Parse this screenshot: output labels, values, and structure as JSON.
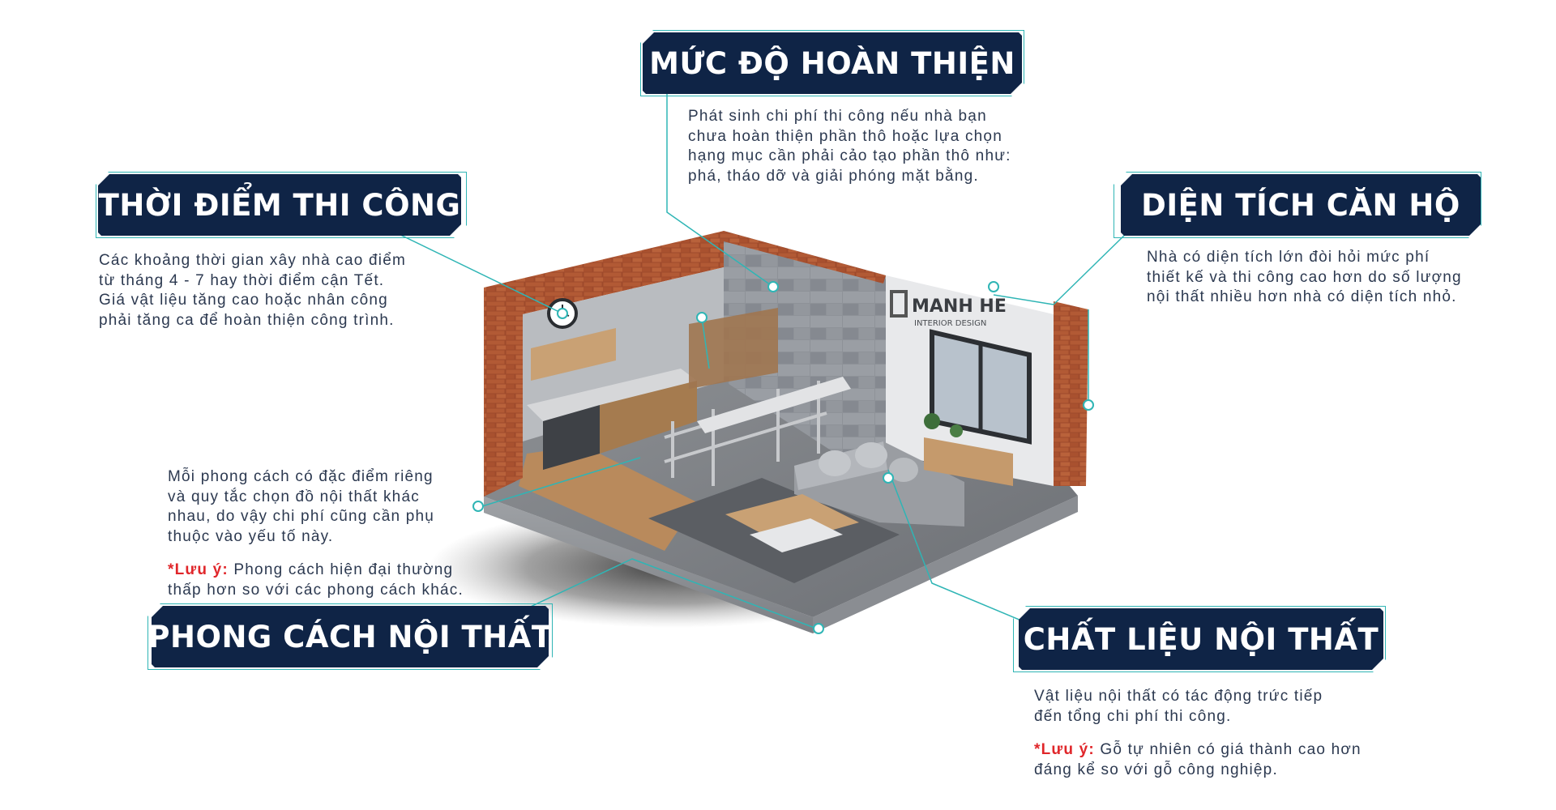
{
  "sections": {
    "muc_do": {
      "title": "MỨC ĐỘ HOÀN THIỆN",
      "lines": [
        "Phát sinh chi phí thi công nếu nhà bạn",
        "chưa hoàn thiện phần thô hoặc lựa chọn",
        "hạng mục cần phải cảo tạo phần thô như:",
        "phá, tháo dỡ và giải phóng mặt bằng."
      ]
    },
    "thoi_diem": {
      "title": "THỜI ĐIỂM THI CÔNG",
      "lines": [
        "Các khoảng thời gian xây nhà cao điểm",
        "từ tháng 4 - 7 hay thời điểm cận Tết.",
        "Giá vật liệu tăng cao hoặc nhân công",
        "phải tăng ca để hoàn thiện công trình."
      ]
    },
    "dien_tich": {
      "title": "DIỆN TÍCH CĂN HỘ",
      "lines": [
        "Nhà có diện tích lớn đòi hỏi mức phí",
        "thiết kế và thi công cao hơn do số lượng",
        "nội thất nhiều hơn nhà có diện tích nhỏ."
      ]
    },
    "phong_cach": {
      "title": "PHONG CÁCH NỘI THẤT",
      "lines": [
        "Mỗi phong cách có đặc điểm riêng",
        "và quy tắc chọn đồ nội thất khác",
        "nhau, do vậy chi phí cũng cần phụ",
        "thuộc vào yếu tố này."
      ],
      "note_label": "*Lưu ý:",
      "note_text": " Phong cách hiện đại thường",
      "note_line2": "thấp hơn so với các phong cách khác."
    },
    "chat_lieu": {
      "title": "CHẤT LIỆU NỘI THẤT",
      "lines": [
        "Vật liệu nội thất có tác động trức tiếp",
        "đến tổng chi phí thi công."
      ],
      "note_label": "*Lưu ý:",
      "note_text": " Gỗ tự nhiên có giá thành cao hơn",
      "note_line2": "đáng kể so với gỗ công nghiệp."
    }
  },
  "room": {
    "logo_name": "MANH HE",
    "logo_sub": "INTERIOR DESIGN"
  },
  "colors": {
    "navy": "#0f2446",
    "teal": "#2fb5b5",
    "brick": "#9e4a2c",
    "note_red": "#e0262a"
  }
}
